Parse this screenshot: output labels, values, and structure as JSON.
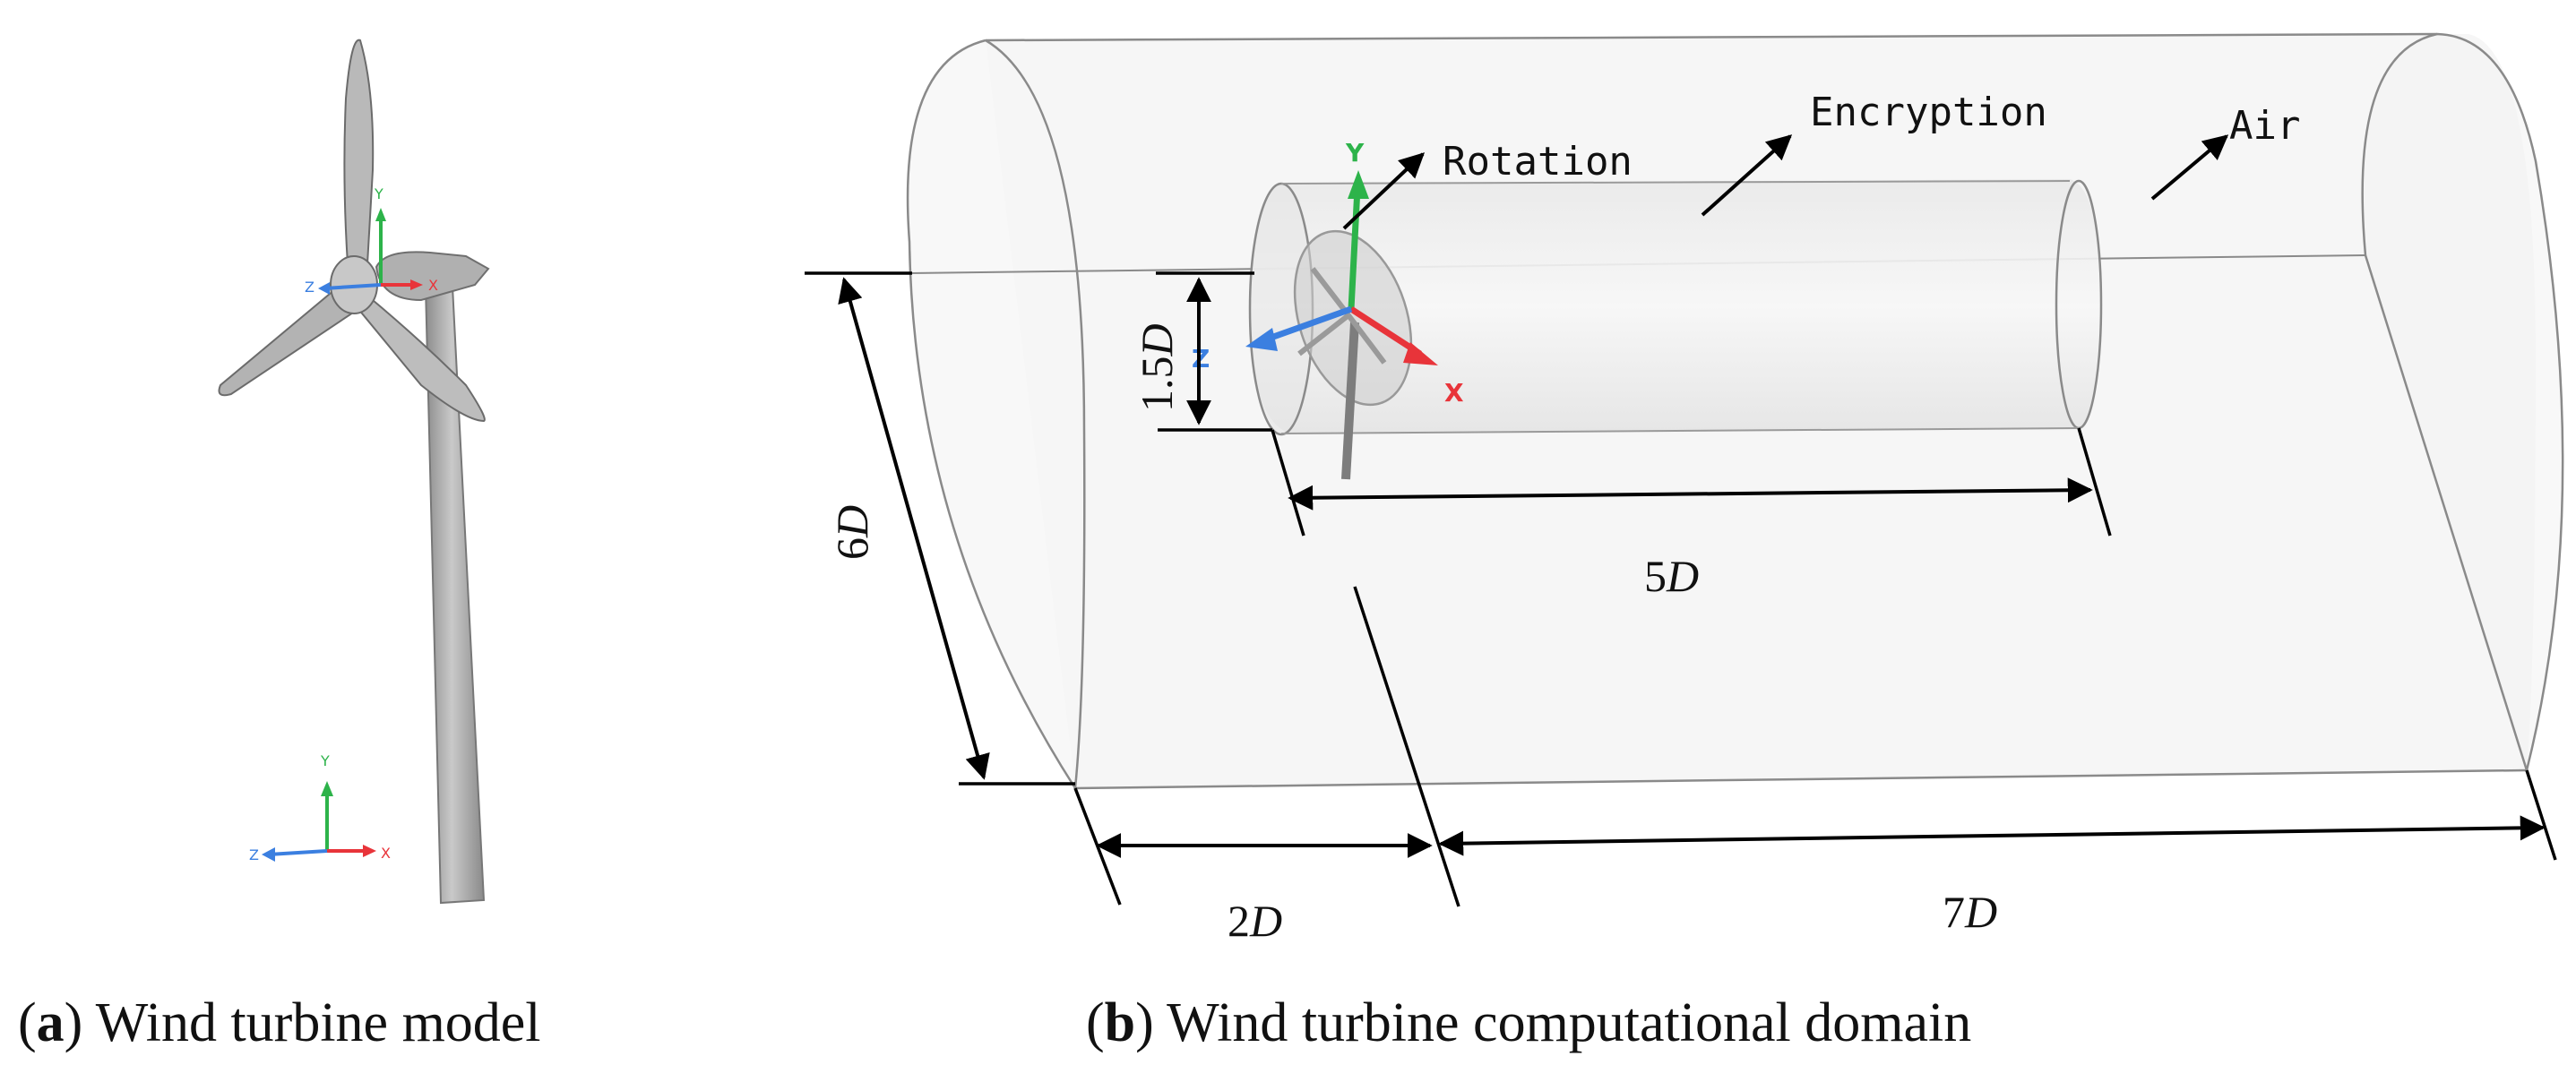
{
  "panel_a": {
    "label_letter": "a",
    "caption": "Wind turbine model",
    "axes_hub": {
      "y": "Y",
      "z": "Z",
      "x": "X"
    },
    "axes_corner": {
      "y": "Y",
      "z": "Z",
      "x": "X"
    }
  },
  "panel_b": {
    "label_letter": "b",
    "caption": "Wind turbine computational domain",
    "labels": {
      "rotation": "Rotation",
      "encryption": "Encryption",
      "air": "Air"
    },
    "axes": {
      "y": "Y",
      "z": "Z",
      "x": "X"
    },
    "dimensions": {
      "outer_height": {
        "value": "6",
        "unit": "D"
      },
      "inner_height": {
        "value": "1.5",
        "unit": "D"
      },
      "inner_length": {
        "value": "5",
        "unit": "D"
      },
      "upstream_length": {
        "value": "2",
        "unit": "D"
      },
      "downstream_length": {
        "value": "7",
        "unit": "D"
      }
    }
  },
  "colors": {
    "axis_y": "#2db34a",
    "axis_x": "#e8343a",
    "axis_z": "#3b7fe0",
    "domain_line": "#8a8a8a",
    "turbine_gray": "#a9a9a9"
  }
}
